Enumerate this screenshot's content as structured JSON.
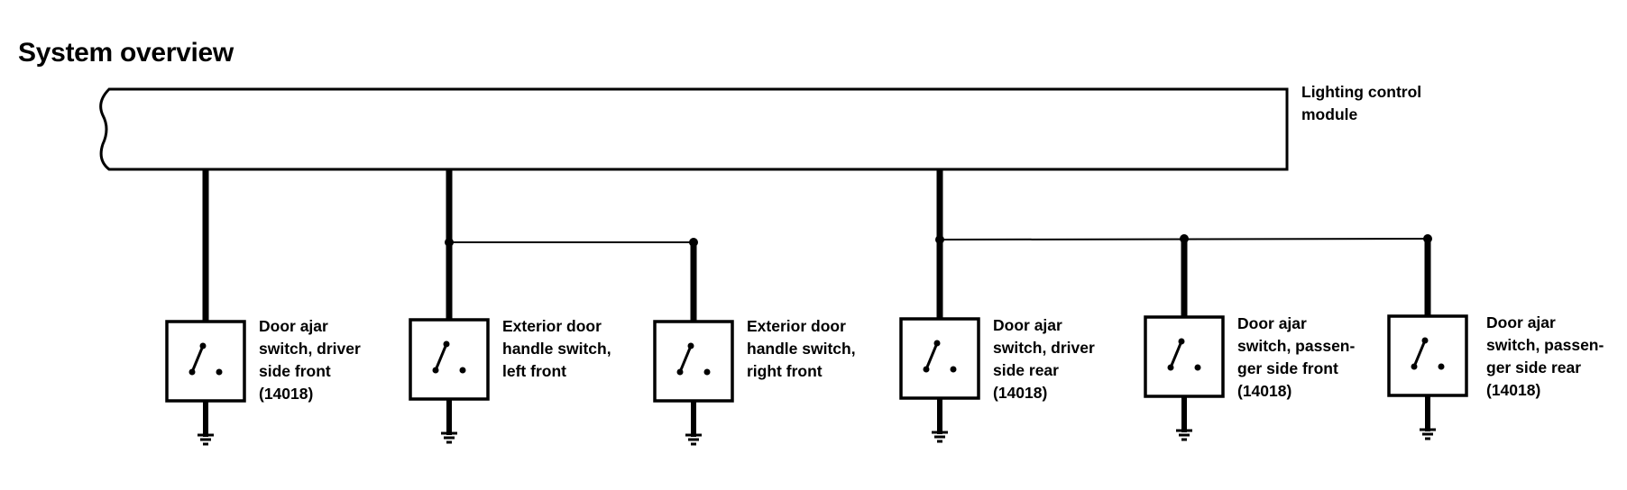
{
  "title": "System overview",
  "module": {
    "label_lines": [
      "Lighting control",
      "module"
    ]
  },
  "components": [
    {
      "id": "dajar-df",
      "label_lines": [
        "Door ajar",
        "switch, driver",
        "side front",
        "(14018)"
      ]
    },
    {
      "id": "edh-lf",
      "label_lines": [
        "Exterior door",
        "handle switch,",
        "left front"
      ]
    },
    {
      "id": "edh-rf",
      "label_lines": [
        "Exterior door",
        "handle switch,",
        "right front"
      ]
    },
    {
      "id": "dajar-dr",
      "label_lines": [
        "Door ajar",
        "switch, driver",
        "side rear",
        "(14018)"
      ]
    },
    {
      "id": "dajar-pf",
      "label_lines": [
        "Door ajar",
        "switch, passen-",
        "ger side front",
        "(14018)"
      ]
    },
    {
      "id": "dajar-pr",
      "label_lines": [
        "Door ajar",
        "switch, passen-",
        "ger side rear",
        "(14018)"
      ]
    }
  ],
  "colors": {
    "line": "#000000",
    "background": "#ffffff"
  }
}
